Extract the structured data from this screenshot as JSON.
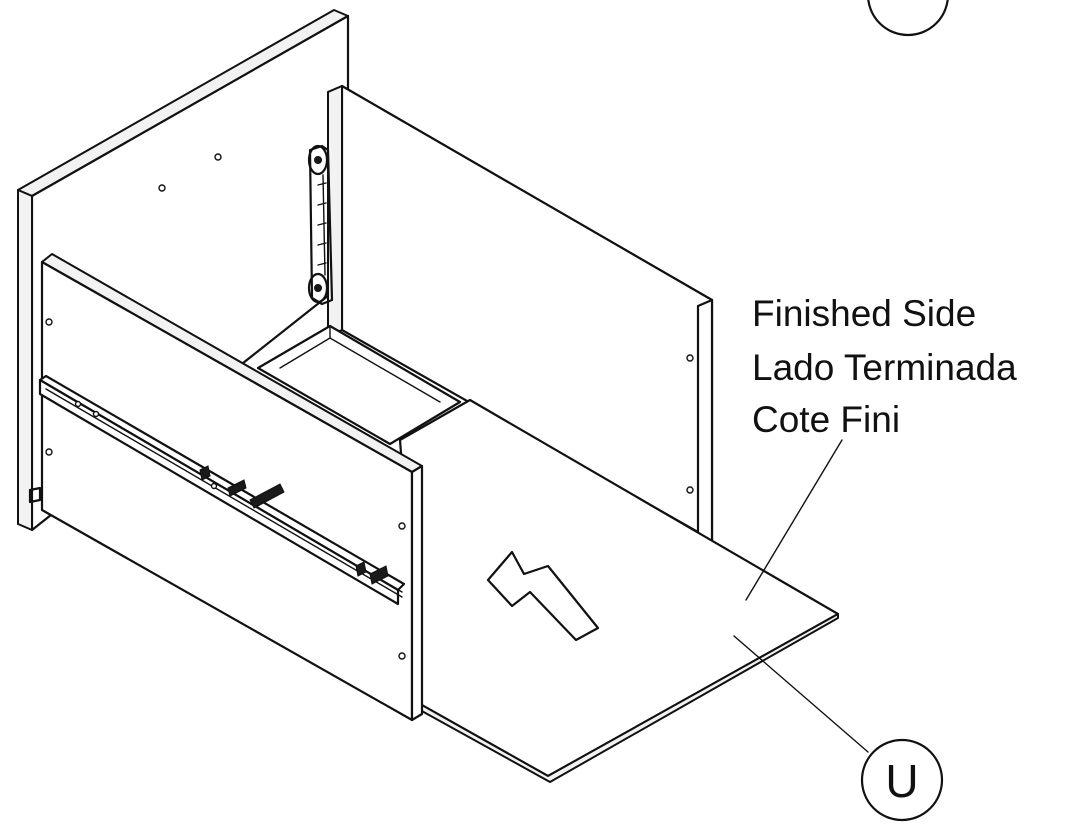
{
  "callout": {
    "lines": [
      "Finished Side",
      "Lado Terminada",
      "Cote Fini"
    ]
  },
  "part_label": "U"
}
